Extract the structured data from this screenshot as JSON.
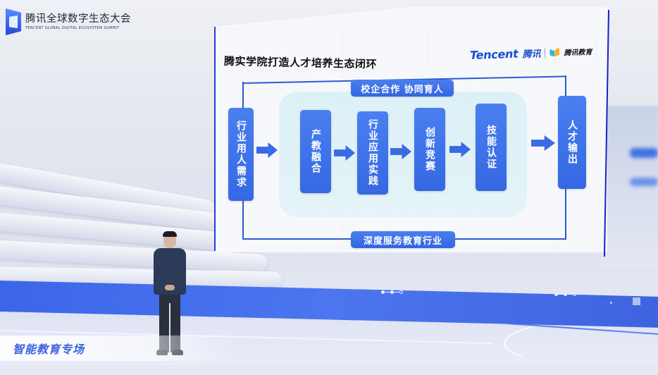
{
  "event": {
    "title_cn": "腾讯全球数字生态大会",
    "title_en": "TENCENT GLOBAL DIGITAL ECOSYSTEM SUMMIT"
  },
  "slide": {
    "title": "腾实学院打造人才培养生态闭环",
    "brand": {
      "tencent_en": "Tencent",
      "tencent_cn": "腾讯",
      "edu": "腾讯教育"
    },
    "loop_top_label": "校企合作 协同育人",
    "loop_bottom_label": "深度服务教育行业",
    "steps": [
      {
        "label": "行业用人需求"
      },
      {
        "label": "产教融合"
      },
      {
        "label": "行业应用实践"
      },
      {
        "label": "创新竞赛"
      },
      {
        "label": "技能认证"
      },
      {
        "label": "人才输出"
      }
    ],
    "colors": {
      "accent": "#3a6ae4",
      "line": "#2e59d3",
      "halo": "#dcf1f6"
    }
  },
  "lower_third": {
    "session": "智能教育专场",
    "color": "#3a63e0"
  }
}
